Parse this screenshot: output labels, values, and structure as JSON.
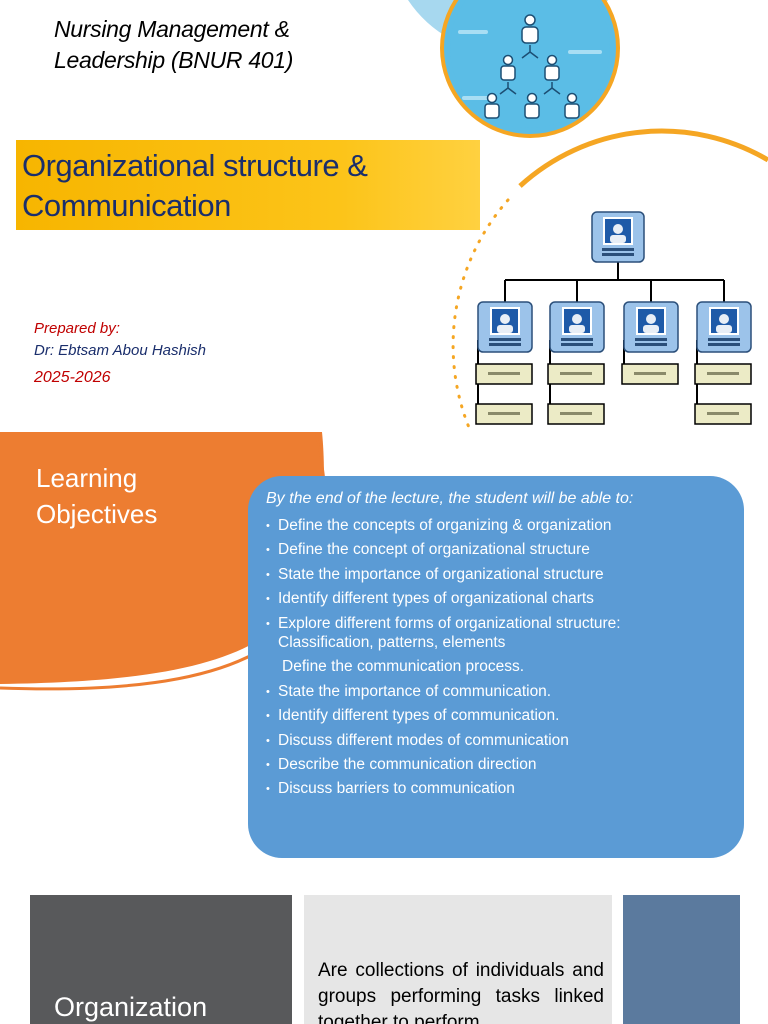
{
  "slide1": {
    "course_title": "Nursing Management & Leadership (BNUR 401)",
    "main_title": "Organizational structure & Communication",
    "prepared_by_label": "Prepared by:",
    "author": "Dr: Ebtsam Abou Hashish",
    "year": "2025-2026",
    "icons": [
      "org-hierarchy-icon",
      "org-chart-diagram"
    ],
    "colors": {
      "title_band": "#fcc419",
      "title_text": "#1a2e6c",
      "accent_red": "#c00000",
      "circle": "#5bbde6",
      "ring": "#f5a623"
    }
  },
  "slide2": {
    "title": "Learning Objectives",
    "intro": "By the end of the lecture, the student will  be  able to:",
    "objectives": [
      "Define the concepts of organizing & organization",
      "Define the concept of organizational structure",
      "State the importance of organizational structure",
      "Identify different types of organizational  charts",
      "Explore different forms of organizational  structure:",
      "Classification, patterns, elements",
      "Define the communication process.",
      "State the importance of communication.",
      "Identify different types of communication.",
      "Discuss different modes of communication",
      "Describe the communication direction",
      "Discuss barriers to communication"
    ],
    "colors": {
      "orange": "#ed7d31",
      "box": "#5b9bd5"
    }
  },
  "slide3": {
    "heading": "Organization",
    "definition": "Are collections of individuals and groups performing tasks linked together to perform",
    "colors": {
      "dark": "#58595b",
      "light": "#e6e6e6",
      "blue": "#5b7a9e"
    }
  }
}
